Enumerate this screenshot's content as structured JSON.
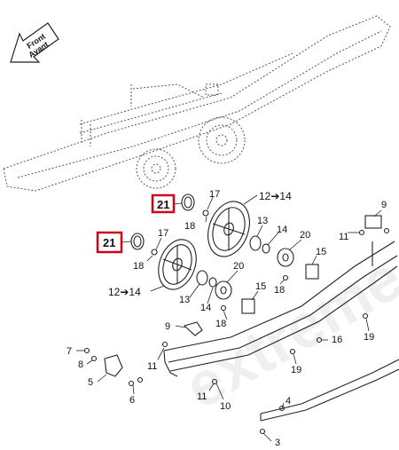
{
  "front_arrow": {
    "line1": "Front",
    "line2": "Avant"
  },
  "labels": {
    "p21a": "21",
    "p21b": "21",
    "p17a": "17",
    "p17b": "17",
    "p18a": "18",
    "p18b": "18",
    "p18c": "18",
    "p18d": "18",
    "p12a": "12➔14",
    "p12b": "12➔14",
    "p13a": "13",
    "p13b": "13",
    "p14a": "14",
    "p14b": "14",
    "p20a": "20",
    "p20b": "20",
    "p15a": "15",
    "p15b": "15",
    "p9a": "9",
    "p9b": "9",
    "p11a": "11",
    "p11b": "11",
    "p11c": "11",
    "p19a": "19",
    "p19b": "19",
    "p16": "16",
    "p7": "7",
    "p8": "8",
    "p5": "5",
    "p6": "6",
    "p10": "10",
    "p4": "4",
    "p3": "3"
  },
  "colors": {
    "highlight": "#d0021b",
    "line": "#222222"
  },
  "watermark": "extreme"
}
